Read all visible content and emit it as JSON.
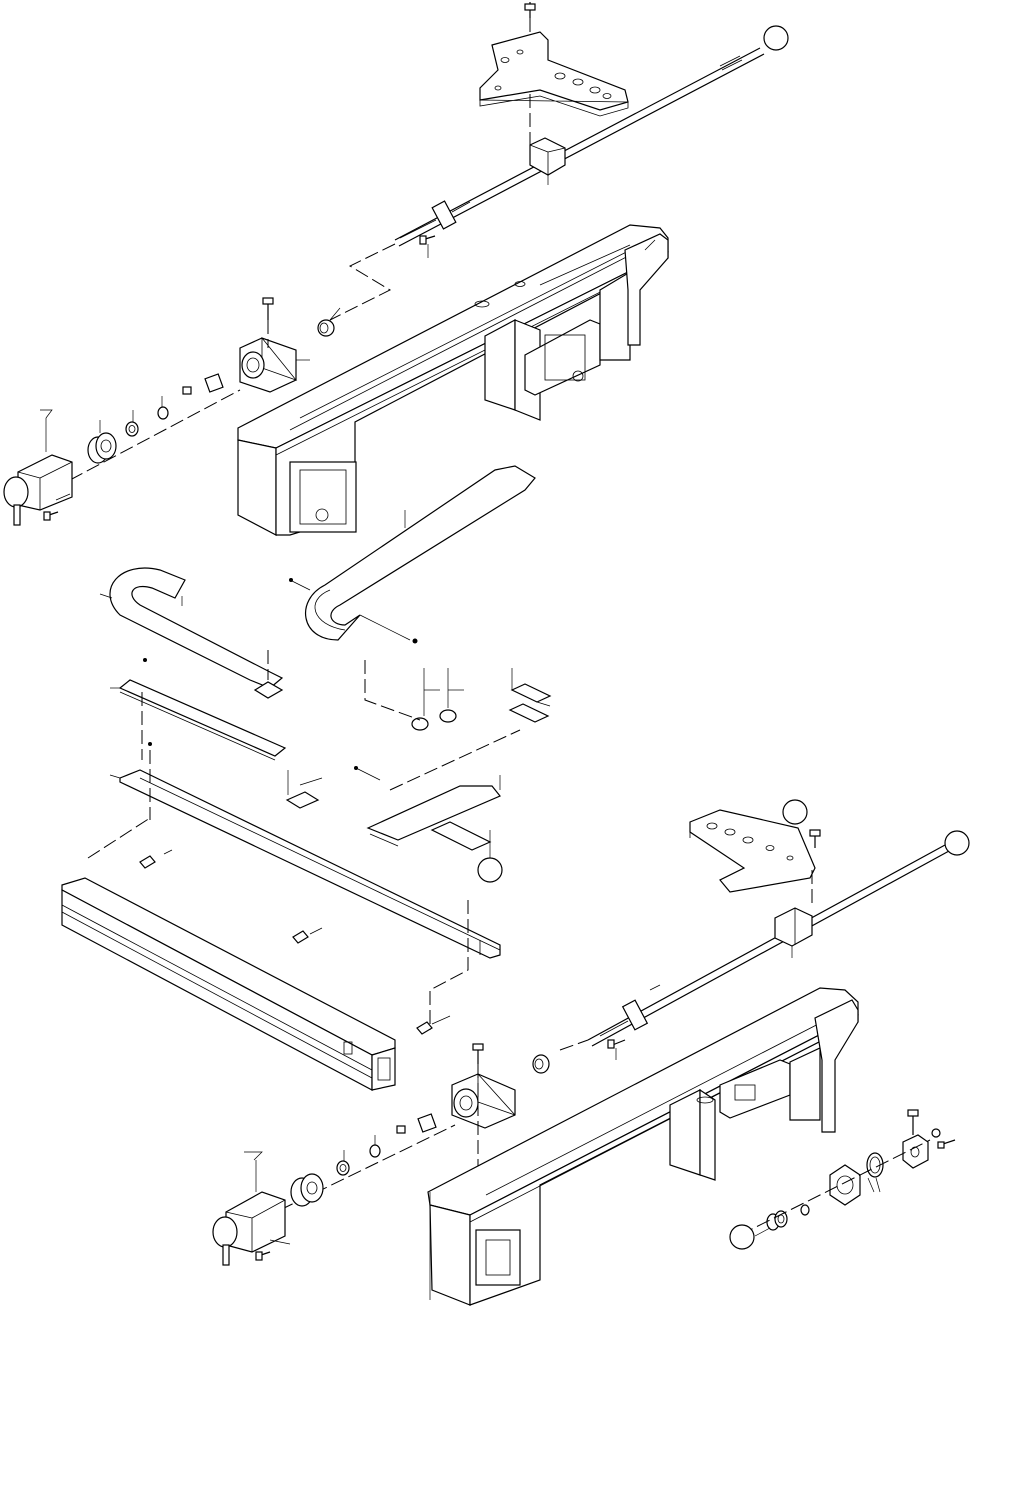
{
  "figure": {
    "type": "exploded-assembly-drawing",
    "line_color": "#000000",
    "background": "#ffffff",
    "balloons": [
      {
        "id": "balloon-top-right",
        "label": ""
      },
      {
        "id": "balloon-center",
        "label": ""
      },
      {
        "id": "balloon-mid-right-upper",
        "label": ""
      },
      {
        "id": "balloon-mid-right",
        "label": ""
      },
      {
        "id": "balloon-bottom-right",
        "label": ""
      }
    ]
  }
}
